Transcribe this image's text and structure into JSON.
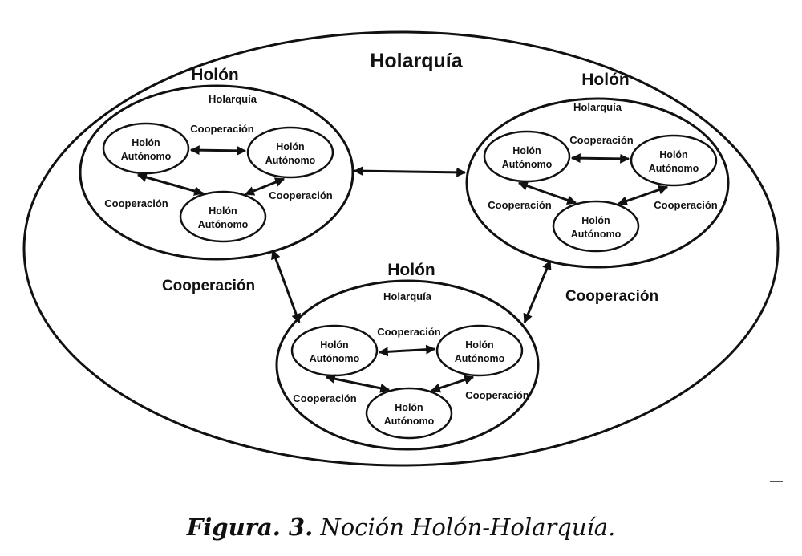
{
  "diagram": {
    "title": "Holarquía",
    "holons": [
      {
        "label": "Holón",
        "sublabel": "Holarquía",
        "members": [
          {
            "line1": "Holón",
            "line2": "Autónomo"
          },
          {
            "line1": "Holón",
            "line2": "Autónomo"
          },
          {
            "line1": "Holón",
            "line2": "Autónomo"
          }
        ],
        "links": [
          "Cooperación",
          "Cooperación",
          "Cooperación"
        ]
      },
      {
        "label": "Holón",
        "sublabel": "Holarquía",
        "members": [
          {
            "line1": "Holón",
            "line2": "Autónomo"
          },
          {
            "line1": "Holón",
            "line2": "Autónomo"
          },
          {
            "line1": "Holón",
            "line2": "Autónomo"
          }
        ],
        "links": [
          "Cooperación",
          "Cooperación",
          "Cooperación"
        ]
      },
      {
        "label": "Holón",
        "sublabel": "Holarquía",
        "members": [
          {
            "line1": "Holón",
            "line2": "Autónomo"
          },
          {
            "line1": "Holón",
            "line2": "Autónomo"
          },
          {
            "line1": "Holón",
            "line2": "Autónomo"
          }
        ],
        "links": [
          "Cooperación",
          "Cooperación",
          "Cooperación"
        ]
      }
    ],
    "outer_links": [
      "Cooperación",
      "Cooperación"
    ]
  },
  "caption": {
    "prefix": "Figura. 3.",
    "text": "Noción Holón-Holarquía."
  }
}
